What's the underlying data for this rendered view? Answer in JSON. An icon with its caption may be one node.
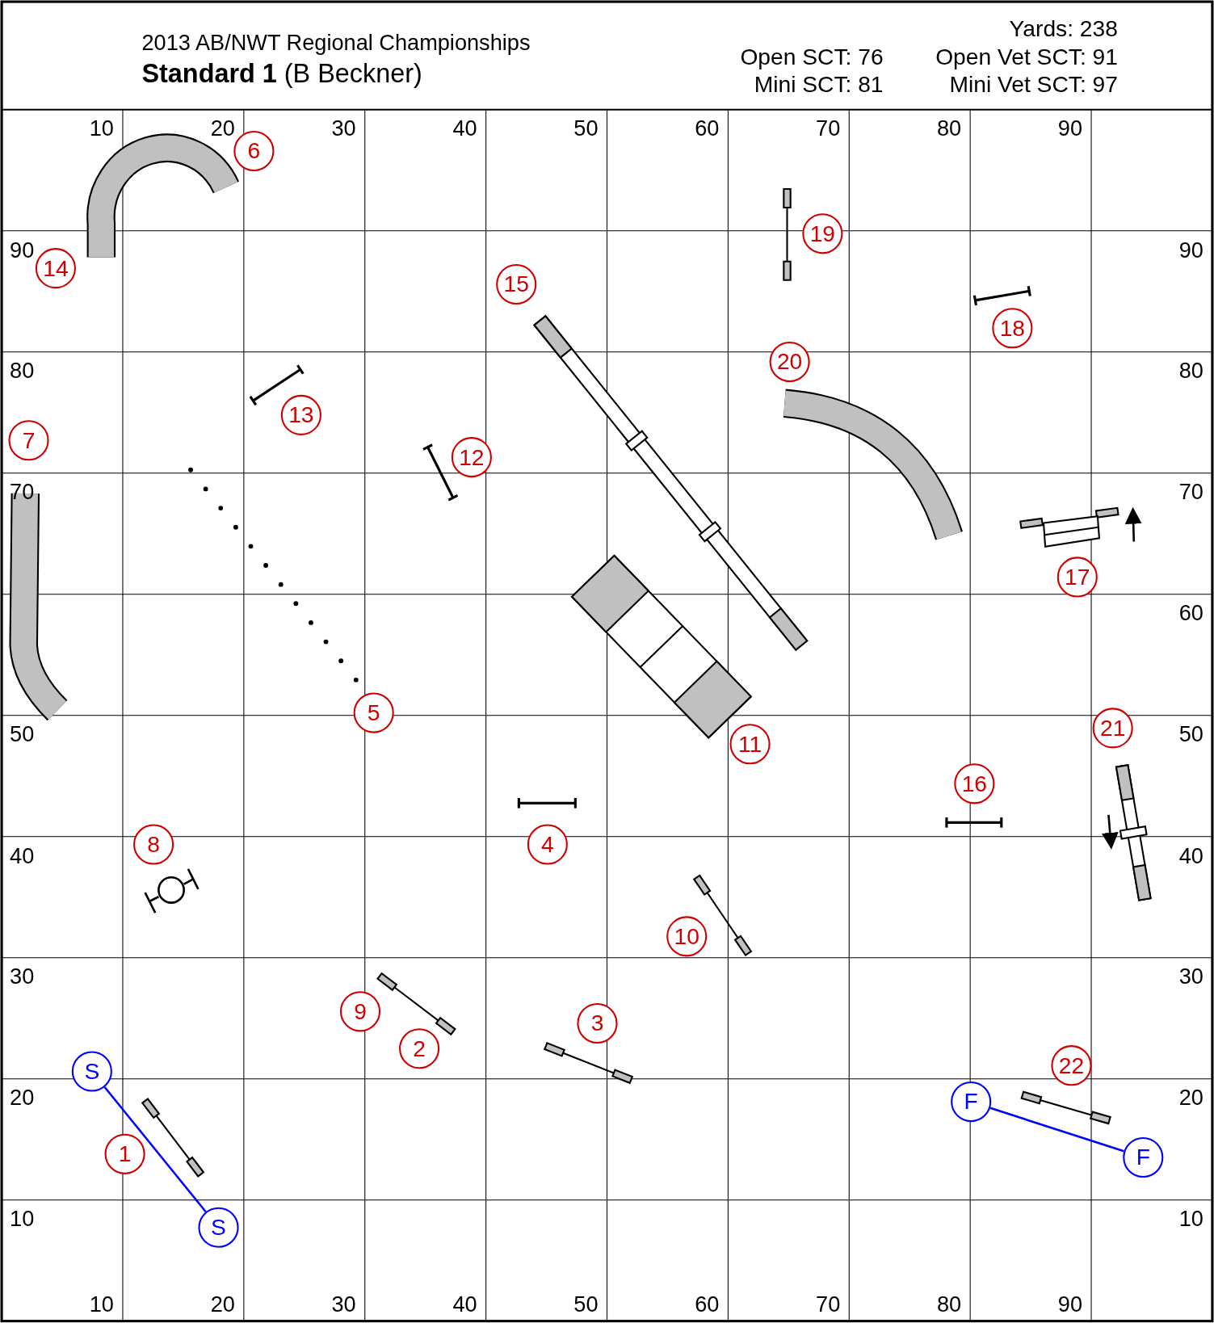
{
  "diagram": {
    "title": "2013 AB/NWT Regional Championships",
    "nodes": [
      {
        "text": [
          "1"
        ]
      },
      {
        "text": [
          "2"
        ]
      },
      {
        "text": [
          "3"
        ]
      },
      {
        "text": [
          "4"
        ]
      },
      {
        "text": [
          "5"
        ]
      },
      {
        "text": [
          "6"
        ]
      },
      {
        "text": [
          "7"
        ]
      },
      {
        "text": [
          "8"
        ]
      },
      {
        "text": [
          "9"
        ]
      },
      {
        "text": [
          "10"
        ]
      },
      {
        "text": [
          "11"
        ]
      },
      {
        "text": [
          "12"
        ]
      },
      {
        "text": [
          "13"
        ]
      },
      {
        "text": [
          "14"
        ]
      },
      {
        "text": [
          "15"
        ]
      },
      {
        "text": [
          "16"
        ]
      },
      {
        "text": [
          "17"
        ]
      },
      {
        "text": [
          "18"
        ]
      },
      {
        "text": [
          "19"
        ]
      },
      {
        "text": [
          "20"
        ]
      },
      {
        "text": [
          "21"
        ]
      },
      {
        "text": [
          "22"
        ]
      },
      {
        "text": [
          "S"
        ]
      },
      {
        "text": [
          "S"
        ]
      },
      {
        "text": [
          "F"
        ]
      },
      {
        "text": [
          "F"
        ]
      }
    ],
    "edges": [
      {
        "from": 22,
        "to": 23,
        "arrow": "none"
      },
      {
        "from": 24,
        "to": 25,
        "arrow": "none"
      }
    ],
    "labels": [
      "**Standard 1** (B Beckner)",
      "Yards: 238",
      "Open SCT: 76",
      "Open Vet SCT: 91",
      "Mini SCT: 81",
      "Mini Vet SCT: 97",
      "10",
      "20",
      "30",
      "40",
      "50",
      "60",
      "70",
      "80",
      "90",
      "90",
      "90",
      "80",
      "80",
      "70",
      "70",
      "60",
      "50",
      "50",
      "40",
      "40",
      "30",
      "30",
      "20",
      "20",
      "10",
      "10",
      "10",
      "20",
      "30",
      "40",
      "50",
      "60",
      "70",
      "80",
      "90"
    ]
  }
}
